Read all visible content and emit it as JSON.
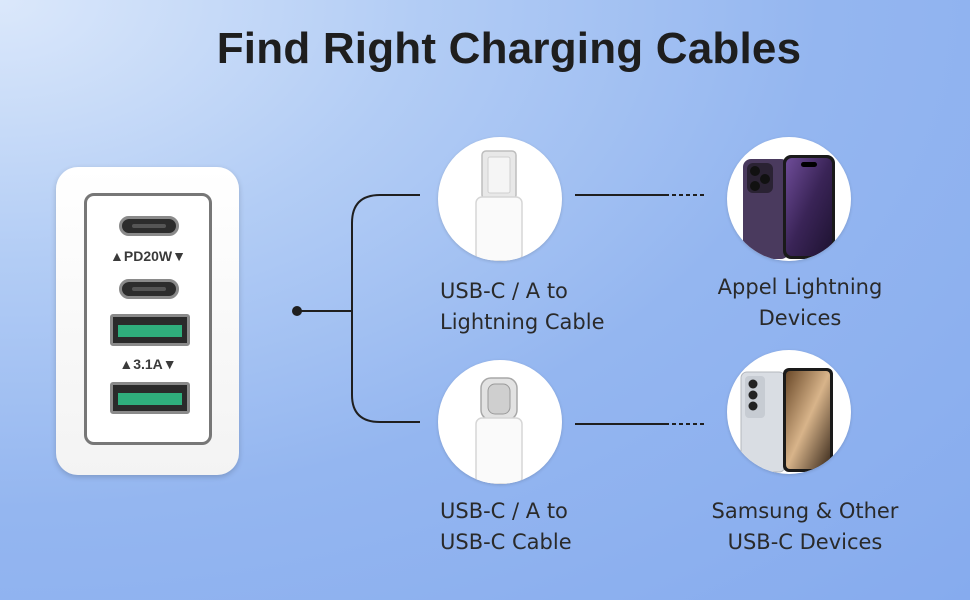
{
  "title": "Find Right Charging Cables",
  "charger": {
    "label_pd": "▲PD20W▼",
    "label_a": "▲3.1A▼"
  },
  "cables": [
    {
      "line1": "USB-C / A to",
      "line2": "Lightning Cable",
      "icon": "lightning-connector-icon"
    },
    {
      "line1": "USB-C / A to",
      "line2": "USB-C Cable",
      "icon": "usb-c-connector-icon"
    }
  ],
  "devices": [
    {
      "line1": "Appel Lightning",
      "line2": "Devices",
      "icon": "iphone-icon"
    },
    {
      "line1": "Samsung & Other",
      "line2": "USB-C Devices",
      "icon": "samsung-phone-icon"
    }
  ],
  "colors": {
    "connector_green": "#2fae7c",
    "line": "#1f1f1f",
    "iphone_purple": "#5b3c8a"
  }
}
